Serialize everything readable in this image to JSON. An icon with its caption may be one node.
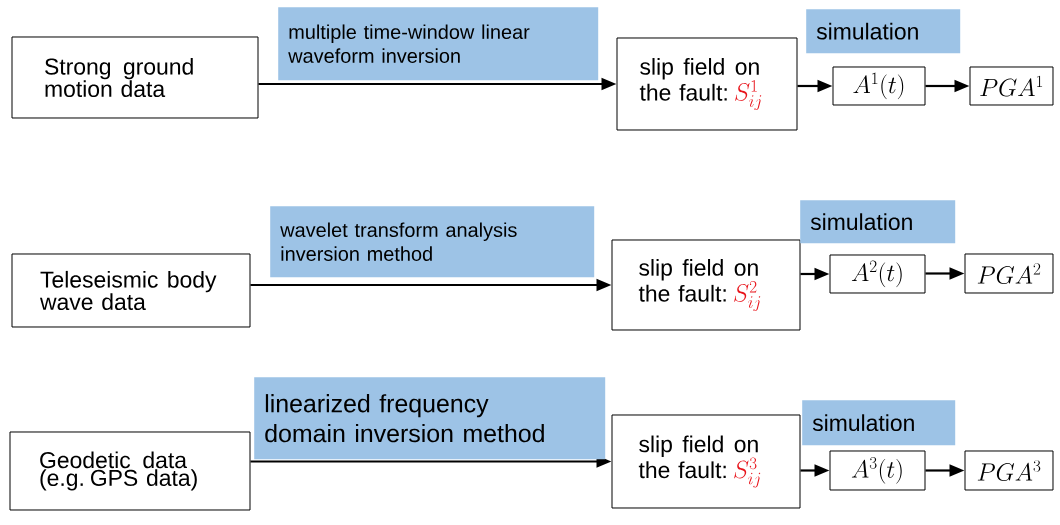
{
  "diagram": {
    "nodes": [
      {
        "text": [
          "Strong ground motion data"
        ]
      },
      {
        "text": [
          "slip field on the fault:",
          "S_{ij}^{1}"
        ]
      },
      {
        "text": [
          "A^{1}(t)"
        ]
      },
      {
        "text": [
          "PGA^{1}"
        ]
      },
      {
        "text": [
          "Teleseismic body wave data"
        ]
      },
      {
        "text": [
          "slip field on the fault:",
          "S_{ij}^{2}"
        ]
      },
      {
        "text": [
          "A^{2}(t)"
        ]
      },
      {
        "text": [
          "PGA^{2}"
        ]
      },
      {
        "text": [
          "Geodetic data (e.g. GPS data)"
        ]
      },
      {
        "text": [
          "slip field on the fault:",
          "S_{ij}^{3}"
        ]
      },
      {
        "text": [
          "A^{3}(t)"
        ]
      },
      {
        "text": [
          "PGA^{3}"
        ]
      }
    ],
    "edges": [
      {
        "from": 0,
        "to": 1,
        "arrow": "to",
        "label": "multiple time-window linear waveform inversion"
      },
      {
        "from": 1,
        "to": 2,
        "arrow": "to",
        "label": "simulation"
      },
      {
        "from": 2,
        "to": 3,
        "arrow": "to"
      },
      {
        "from": 4,
        "to": 5,
        "arrow": "to",
        "label": "wavelet transform analysis inversion method"
      },
      {
        "from": 5,
        "to": 6,
        "arrow": "to",
        "label": "simulation"
      },
      {
        "from": 6,
        "to": 7,
        "arrow": "to"
      },
      {
        "from": 8,
        "to": 9,
        "arrow": "to",
        "label": "linearized frequency domain inversion method"
      },
      {
        "from": 9,
        "to": 10,
        "arrow": "to",
        "label": "simulation"
      },
      {
        "from": 10,
        "to": 11,
        "arrow": "to"
      }
    ]
  }
}
